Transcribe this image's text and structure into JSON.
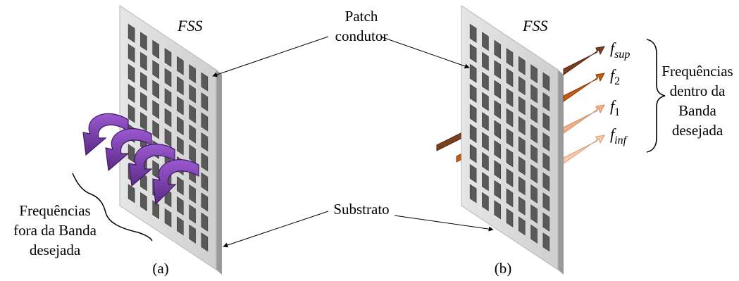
{
  "labels": {
    "fss_a": "FSS",
    "fss_b": "FSS",
    "patch_line1": "Patch",
    "patch_line2": "condutor",
    "substrate": "Substrato",
    "panel_a": "(a)",
    "panel_b": "(b)",
    "out_band_line1": "Frequências",
    "out_band_line2": "fora da Banda",
    "out_band_line3": "desejada",
    "in_band_line1": "Frequências",
    "in_band_line2": "dentro da",
    "in_band_line3": "Banda",
    "in_band_line4": "desejada"
  },
  "frequencies": [
    {
      "base": "f",
      "sub": "sup",
      "color": "#7a3f1d"
    },
    {
      "base": "f",
      "sub": "2",
      "color": "#c55a11"
    },
    {
      "base": "f",
      "sub": "1",
      "color": "#f4b183"
    },
    {
      "base": "f",
      "sub": "inf",
      "color": "#f8cbad"
    }
  ],
  "colors": {
    "panel_face": "#d9d9d9",
    "panel_edge": "#a6a6a6",
    "patch": "#595959",
    "reflected_wave": "#7030a0"
  }
}
